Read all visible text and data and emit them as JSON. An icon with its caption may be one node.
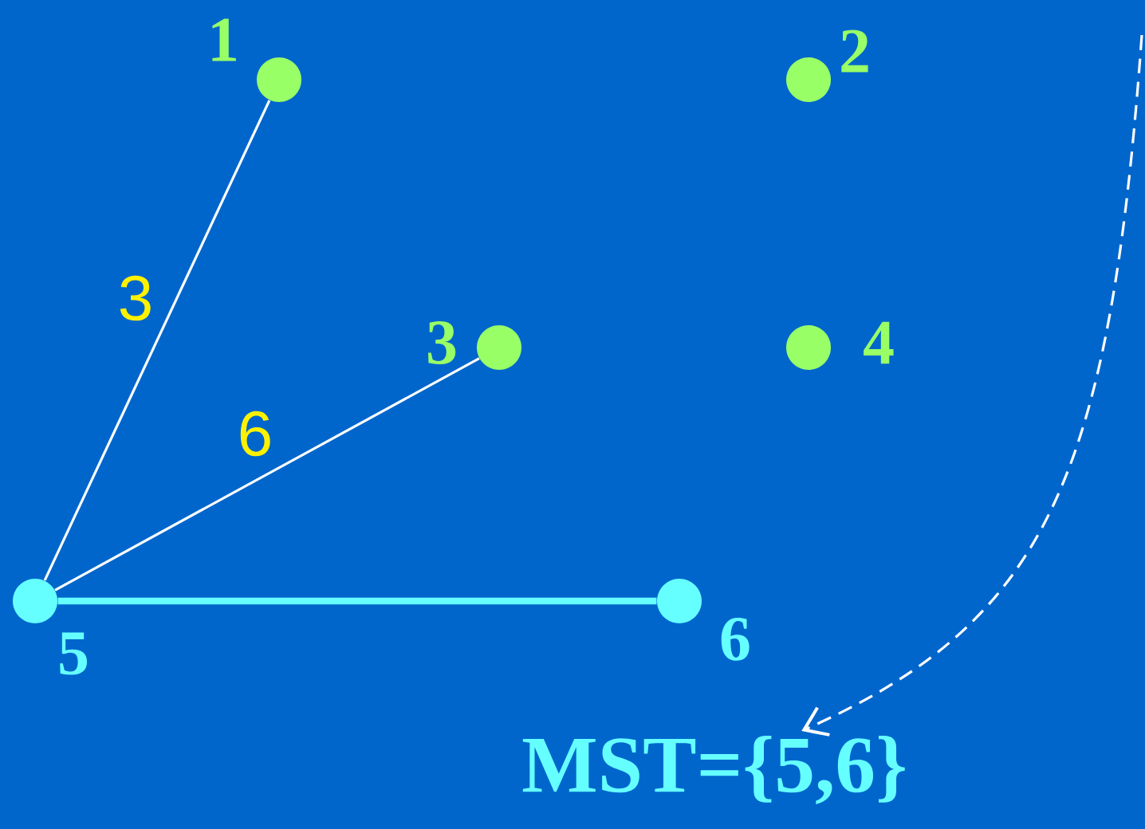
{
  "diagram": {
    "nodes": [
      {
        "text": [],
        "shape": "circle",
        "beside": [
          "1"
        ]
      },
      {
        "text": [],
        "shape": "circle",
        "beside": [
          "2"
        ]
      },
      {
        "text": [],
        "shape": "circle",
        "beside": [
          "3"
        ]
      },
      {
        "text": [],
        "shape": "circle",
        "beside": [
          "4"
        ]
      },
      {
        "text": [],
        "shape": "circle",
        "beside": [
          "5"
        ]
      },
      {
        "text": [],
        "shape": "circle",
        "beside": [
          "6"
        ]
      },
      {
        "text": [
          "MST={5,6}"
        ]
      }
    ],
    "edges": [
      {
        "from": 4,
        "to": 0,
        "arrow": "none",
        "label": "3"
      },
      {
        "from": 4,
        "to": 2,
        "arrow": "none",
        "label": "6"
      },
      {
        "from": 4,
        "to": 5,
        "arrow": "none",
        "style": "thick",
        "color": "#66ffff"
      },
      {
        "from": null,
        "to": 6,
        "arrow": "to",
        "style": "dashed"
      }
    ]
  }
}
